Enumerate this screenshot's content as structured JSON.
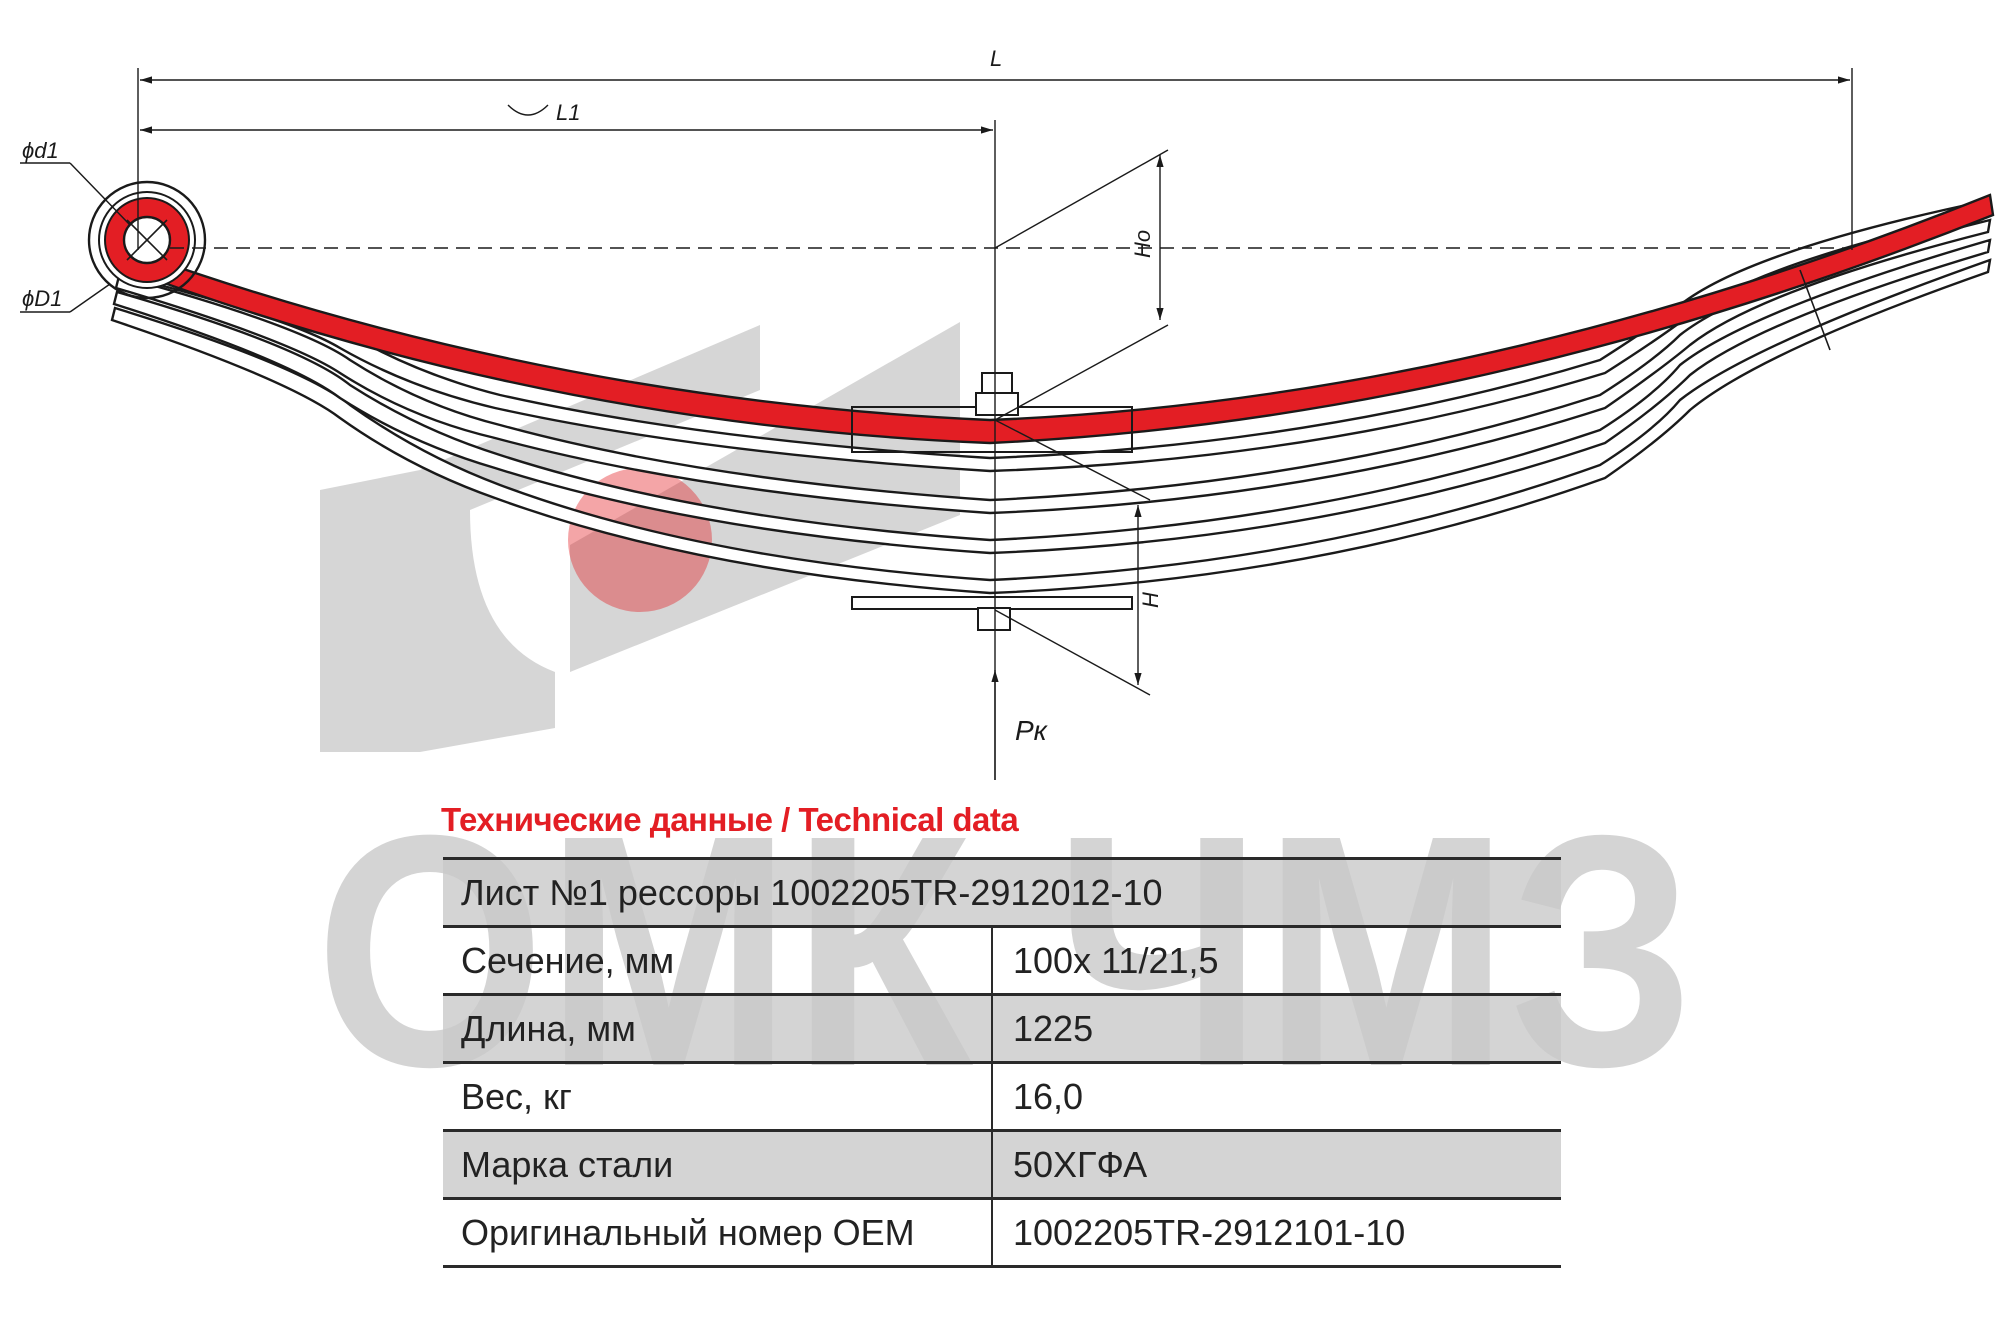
{
  "drawing": {
    "dim_L": "L",
    "dim_L1": "L1",
    "dim_d1": "ϕd1",
    "dim_D1": "ϕD1",
    "dim_Ho": "Ho",
    "dim_H": "H",
    "dim_Pk": "Pк"
  },
  "watermark": {
    "text": "ОМК ЧМЗ",
    "color": "#d4d4d4",
    "accent": "#e31e24"
  },
  "colors": {
    "main_leaf": "#e31e24",
    "line": "#1a1a1a",
    "row_shade": "#c8c8c8"
  },
  "tech": {
    "title": "Технические данные / Technical data",
    "header": "Лист №1 рессоры 1002205TR-2912012-10",
    "rows": [
      {
        "label": "Сечение, мм",
        "value": "100х 11/21,5"
      },
      {
        "label": "Длина, мм",
        "value": "1225"
      },
      {
        "label": "Вес, кг",
        "value": "16,0"
      },
      {
        "label": "Марка стали",
        "value": "50ХГФА"
      },
      {
        "label": "Оригинальный номер OEM",
        "value": "1002205TR-2912101-10"
      }
    ]
  }
}
